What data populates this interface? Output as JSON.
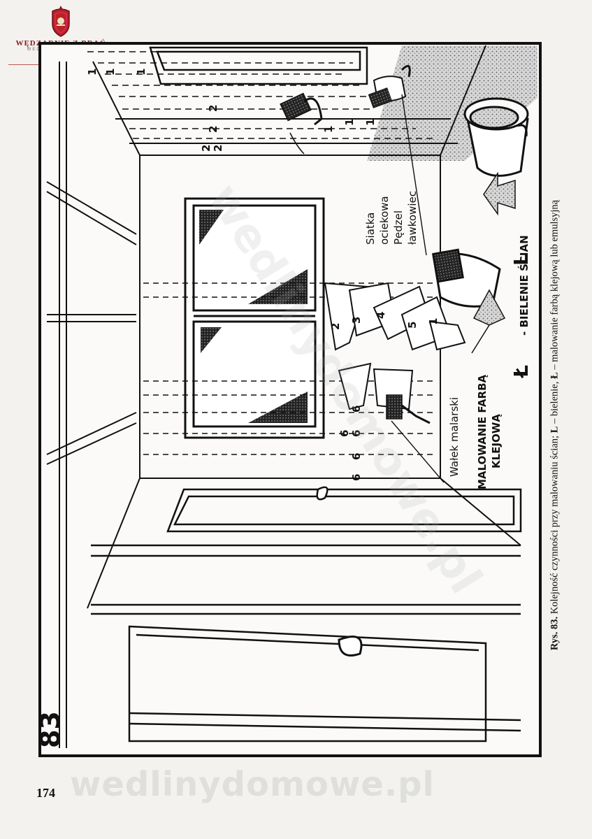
{
  "logo": {
    "brand": "WĘDZARNIE Z BRAĆ",
    "sub": "WEDLINYDOMOWE.PL"
  },
  "figure": {
    "number": "83",
    "sequence_labels": {
      "one": "1",
      "two": "2",
      "three": "3",
      "four": "4",
      "five": "5",
      "six": "6"
    },
    "tools": {
      "mesh": "Siatka ociekowa",
      "mesh_line1": "Siatka",
      "mesh_line2": "ociekowa",
      "brush_line1": "Pędzel",
      "brush_line2": "ławkowiec",
      "roller": "Wałek malarski"
    },
    "legend": {
      "glue_paint_line1": "MALOWANIE FARBĄ",
      "glue_paint_line2": "KLEJOWĄ",
      "glue_symbol": "Ł",
      "whitewash_symbol": "L",
      "whitewash_label": "- BIELENIE ŚCIAN"
    }
  },
  "caption": {
    "prefix": "Rys. 83.",
    "text": "Kolejność czynności przy malowaniu ścian;",
    "l_symbol": "L",
    "l_text": "– bielenie,",
    "lk_symbol": "Ł",
    "lk_text": "– malowanie farbą klejową lub emulsyjną"
  },
  "page": {
    "number": "174"
  },
  "watermark": {
    "text": "wedlinydomowe.pl"
  }
}
